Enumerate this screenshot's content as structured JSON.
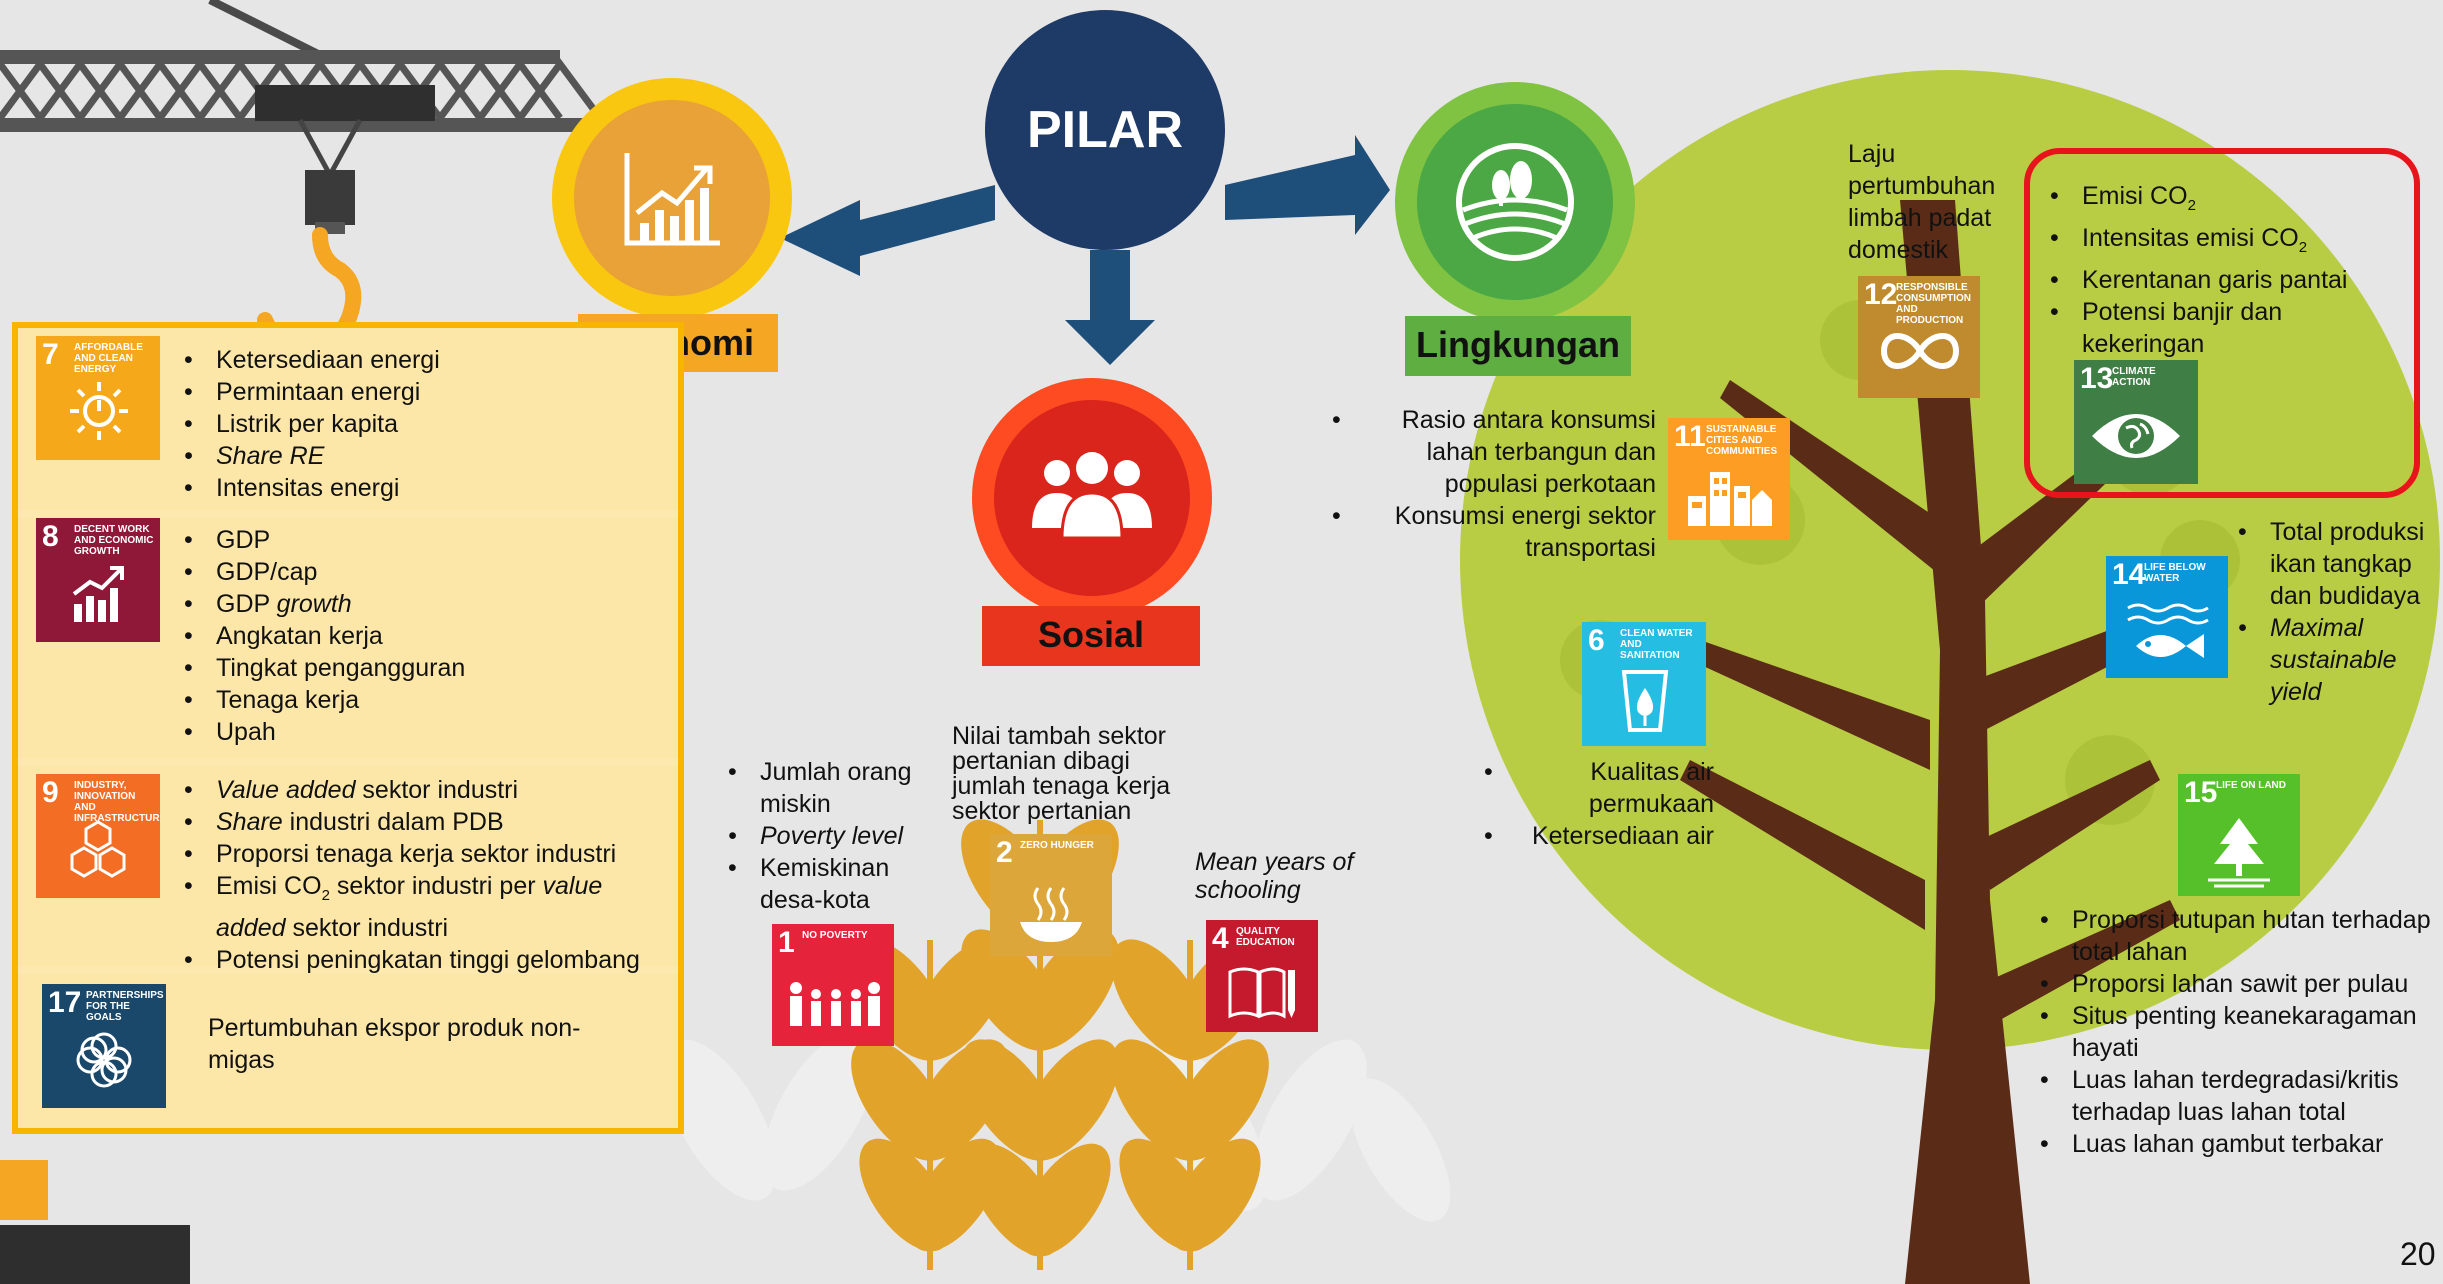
{
  "center": {
    "label": "PILAR"
  },
  "pillars": {
    "ekonomi": {
      "label": "Ekonomi",
      "color": "#f5a623"
    },
    "sosial": {
      "label": "Sosial",
      "color": "#e8361e"
    },
    "lingkungan": {
      "label": "Lingkungan",
      "color": "#6cbd45"
    }
  },
  "ekonomi_box": {
    "rows": [
      {
        "sdg": {
          "num": "7",
          "title": "AFFORDABLE AND CLEAN ENERGY",
          "color": "#f6a81b"
        },
        "items": [
          "Ketersediaan energi",
          "Permintaan energi",
          "Listrik per kapita",
          "Share RE",
          "Intensitas energi"
        ]
      },
      {
        "sdg": {
          "num": "8",
          "title": "DECENT WORK AND ECONOMIC GROWTH",
          "color": "#8f1838"
        },
        "items": [
          "GDP",
          "GDP/cap",
          "GDP growth",
          "Angkatan kerja",
          "Tingkat pengangguran",
          "Tenaga kerja",
          "Upah"
        ]
      },
      {
        "sdg": {
          "num": "9",
          "title": "INDUSTRY, INNOVATION AND INFRASTRUCTURE",
          "color": "#f36d25"
        },
        "items": [
          "Value added sektor industri",
          "Share industri dalam PDB",
          "Proporsi tenaga kerja sektor industri",
          "Emisi CO2 sektor industri per value added sektor industri",
          "Potensi peningkatan tinggi gelombang"
        ]
      },
      {
        "sdg": {
          "num": "17",
          "title": "PARTNERSHIPS FOR THE GOALS",
          "color": "#19486a"
        },
        "items": [
          "Pertumbuhan ekspor produk non-migas"
        ]
      }
    ]
  },
  "sosial": {
    "sdg1": {
      "num": "1",
      "title": "NO POVERTY",
      "color": "#e5243b"
    },
    "sdg2": {
      "num": "2",
      "title": "ZERO HUNGER",
      "color": "#dda63a"
    },
    "sdg4": {
      "num": "4",
      "title": "QUALITY EDUCATION",
      "color": "#c5192d"
    },
    "list1": [
      "Jumlah orang miskin",
      "Poverty level",
      "Kemiskinan desa-kota"
    ],
    "text2": "Nilai tambah sektor pertanian dibagi jumlah tenaga kerja sektor pertanian",
    "text4": "Mean years of schooling"
  },
  "lingkungan": {
    "sdg11": {
      "num": "11",
      "title": "SUSTAINABLE CITIES AND COMMUNITIES",
      "color": "#fd9d24"
    },
    "sdg12": {
      "num": "12",
      "title": "RESPONSIBLE CONSUMPTION AND PRODUCTION",
      "color": "#bf8b2e"
    },
    "sdg13": {
      "num": "13",
      "title": "CLIMATE ACTION",
      "color": "#3f7e44"
    },
    "sdg14": {
      "num": "14",
      "title": "LIFE BELOW WATER",
      "color": "#0a97d9"
    },
    "sdg15": {
      "num": "15",
      "title": "LIFE ON LAND",
      "color": "#56c02b"
    },
    "sdg6": {
      "num": "6",
      "title": "CLEAN WATER AND SANITATION",
      "color": "#26bde2"
    },
    "list11": [
      "Rasio antara konsumsi lahan terbangun dan populasi perkotaan",
      "Konsumsi energi sektor transportasi"
    ],
    "text12": "Laju pertumbuhan limbah padat domestik",
    "list13": [
      "Emisi CO2",
      "Intensitas emisi CO2",
      "Kerentanan garis pantai",
      "Potensi banjir dan kekeringan"
    ],
    "list14": [
      "Total produksi ikan tangkap dan budidaya",
      "Maximal sustainable yield"
    ],
    "list6": [
      "Kualitas air permukaan",
      "Ketersediaan air"
    ],
    "list15": [
      "Proporsi tutupan hutan terhadap total lahan",
      "Proporsi lahan sawit per pulau",
      "Situs penting keanekaragaman hayati",
      "Luas lahan terdegradasi/kritis terhadap luas lahan total",
      "Luas lahan gambut terbakar"
    ]
  },
  "page_number": "20",
  "colors": {
    "highlight": "#e8141b",
    "box_border": "#f7b500",
    "box_fill": "#fde7a8",
    "navy": "#1e3a66",
    "arrow": "#1e4e7a"
  }
}
